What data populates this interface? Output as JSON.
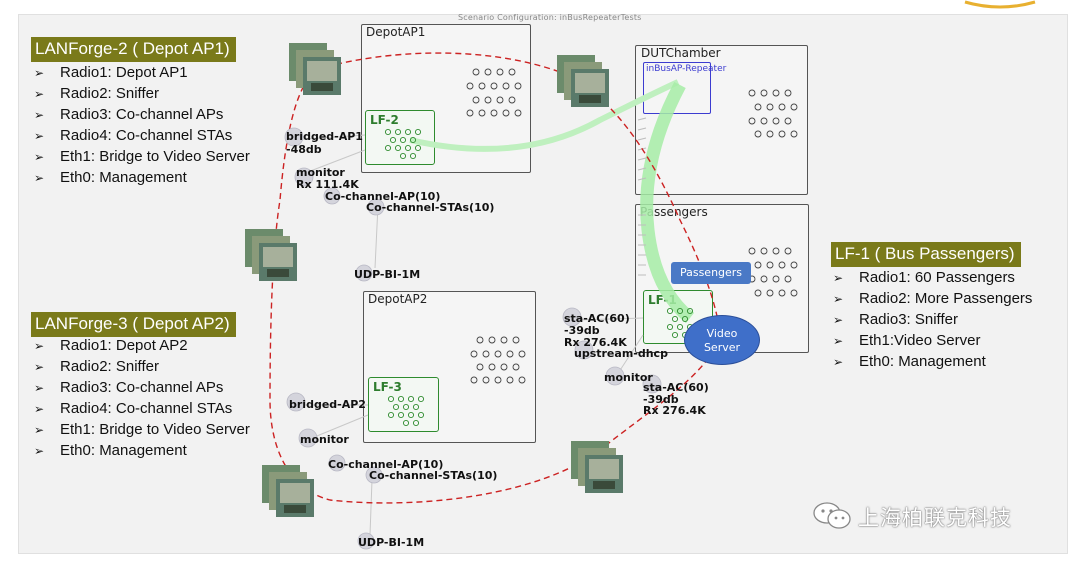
{
  "scenario_title": "Scenario Configuration:  inBusRepeaterTests",
  "left_panels": [
    {
      "header": "LANForge-2 ( Depot AP1)",
      "items": [
        "Radio1: Depot AP1",
        "Radio2: Sniffer",
        "Radio3: Co-channel APs",
        "Radio4: Co-channel STAs",
        "Eth1: Bridge to Video Server",
        "Eth0: Management"
      ]
    },
    {
      "header": "LANForge-3 ( Depot AP2)",
      "items": [
        "Radio1: Depot AP2",
        "Radio2: Sniffer",
        "Radio3: Co-channel APs",
        "Radio4: Co-channel STAs",
        "Eth1:  Bridge to Video Server",
        "Eth0: Management"
      ]
    }
  ],
  "right_panel": {
    "header": "LF-1 ( Bus Passengers)",
    "items": [
      "Radio1: 60 Passengers",
      "Radio2: More Passengers",
      "Radio3: Sniffer",
      "Eth1:Video Server",
      "Eth0: Management"
    ]
  },
  "diagram": {
    "depot_ap1": "DepotAP1",
    "depot_ap2": "DepotAP2",
    "dut_chamber": "DUTChamber",
    "dut_device": "inBusAP-Repeater",
    "passengers": "Passengers",
    "lf2": "LF-2",
    "lf3": "LF-3",
    "lf1": "LF-1",
    "passengers_button": "Passengers",
    "video_server_line1": "Video",
    "video_server_line2": "Server",
    "ap1_nodes": {
      "bridged_line1": "bridged-AP1",
      "bridged_line2": "-48db",
      "monitor_line1": "monitor",
      "monitor_line2": "Rx 111.4K",
      "cochannel_ap": "Co-channel-AP(10)",
      "cochannel_sta": "Co-channel-STAs(10)",
      "udp": "UDP-BI-1M"
    },
    "ap2_nodes": {
      "bridged": "bridged-AP2",
      "monitor": "monitor",
      "cochannel_ap": "Co-channel-AP(10)",
      "cochannel_sta": "Co-channel-STAs(10)",
      "udp": "UDP-BI-1M"
    },
    "lf1_nodes": {
      "sta_line1": "sta-AC(60)",
      "sta_line2": "-39db",
      "sta_line3": "Rx 276.4K",
      "upstream": "upstream-dhcp",
      "monitor": "monitor",
      "sta2_line1": "sta-AC(60)",
      "sta2_line2": "-39db",
      "sta2_line3": "Rx 276.4K"
    }
  },
  "watermark": "上海柏联克科技",
  "colors": {
    "header_bg": "#7a7a1a",
    "route_dash": "#cc2222",
    "signal_green": "#9ee89e",
    "video_server": "#3f6fc9",
    "passengers_btn": "#4a79c6",
    "dut_border": "#3c3cd0"
  }
}
